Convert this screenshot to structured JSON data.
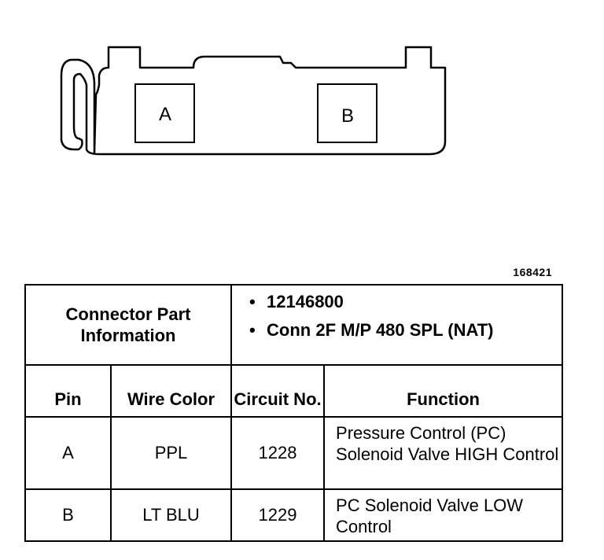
{
  "diagram": {
    "figure_id": "168421",
    "cavities": [
      {
        "label": "A"
      },
      {
        "label": "B"
      }
    ]
  },
  "table": {
    "part_info_header": "Connector Part Information",
    "part_numbers": [
      "12146800",
      "Conn 2F M/P 480 SPL (NAT)"
    ],
    "columns": {
      "pin": "Pin",
      "wire_color": "Wire Color",
      "circuit_no": "Circuit No.",
      "function": "Function"
    },
    "rows": [
      {
        "pin": "A",
        "wire_color": "PPL",
        "circuit": "1228",
        "function": "Pressure Control (PC) Solenoid Valve HIGH Control"
      },
      {
        "pin": "B",
        "wire_color": "LT BLU",
        "circuit": "1229",
        "function": "PC Solenoid Valve LOW Control"
      }
    ]
  }
}
